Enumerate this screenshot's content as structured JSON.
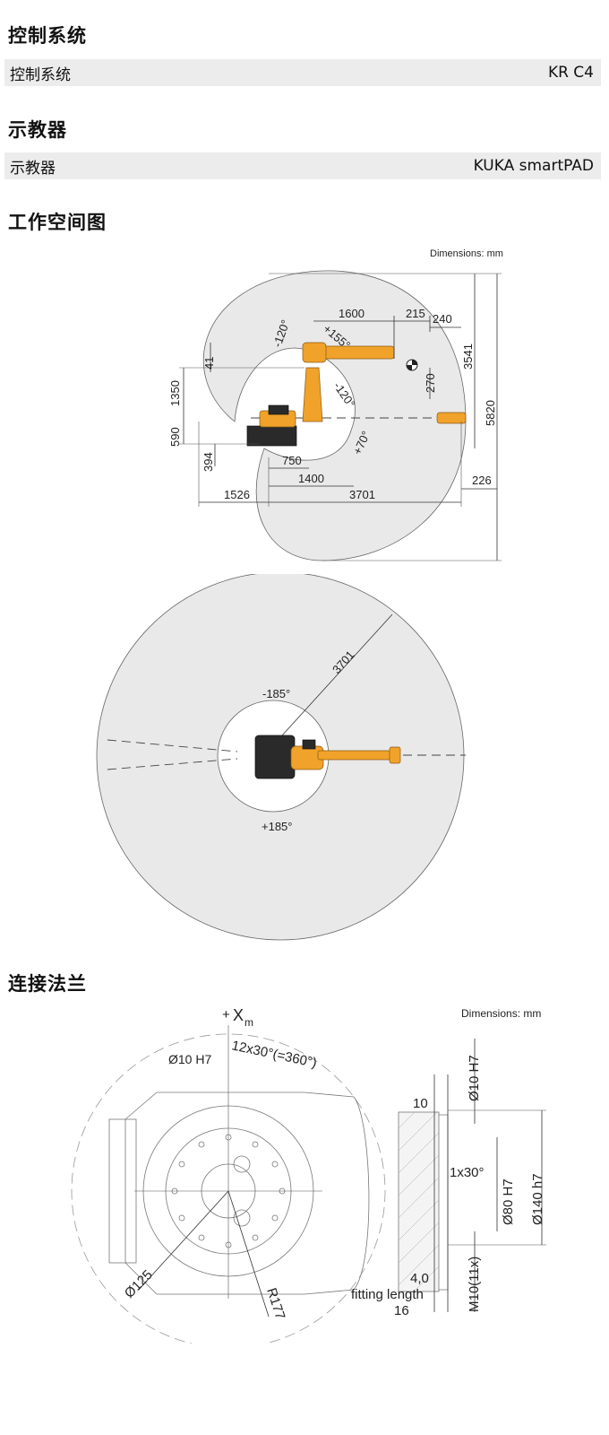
{
  "sections": {
    "control": {
      "title": "控制系统",
      "row_label": "控制系统",
      "row_value": "KR C4"
    },
    "pendant": {
      "title": "示教器",
      "row_label": "示教器",
      "row_value": "KUKA smartPAD"
    },
    "workspace": {
      "title": "工作空间图"
    },
    "flange": {
      "title": "连接法兰"
    }
  },
  "workspace_side": {
    "units_note": "Dimensions: mm",
    "dims": {
      "d1600": "1600",
      "d215": "215",
      "d240": "240",
      "d3541": "3541",
      "d5820": "5820",
      "d270": "270",
      "d1350": "1350",
      "d41": "41",
      "d590": "590",
      "d394": "394",
      "d750": "750",
      "d1400": "1400",
      "d1526": "1526",
      "d3701": "3701",
      "d226": "226"
    },
    "angles": {
      "a_m120_top": "-120°",
      "a_p155": "+155°",
      "a_m120_mid": "-120°",
      "a_p70": "+70°"
    }
  },
  "workspace_top": {
    "radius_label": "3701",
    "angle_neg": "-185°",
    "angle_pos": "+185°"
  },
  "flange_drawing": {
    "units_note": "Dimensions: mm",
    "axis_label_plus": "+",
    "axis_label_x": "X",
    "axis_label_m": "m",
    "bore": "Ø10 H7",
    "holes_angle": "12x30°(=360°)",
    "dia125": "Ø125",
    "r177": "R177",
    "d10": "10",
    "bore_v": "Ø10 H7",
    "chamfer": "1x30°",
    "d80": "Ø80 H7",
    "d140": "Ø140 h7",
    "d4": "4,0",
    "fitting": "fitting length",
    "d16": "16",
    "thread": "M10(11x)"
  },
  "colors": {
    "robot": "#f0a22a",
    "envelope": "#e9e9e9",
    "row_bg": "#ececec"
  }
}
